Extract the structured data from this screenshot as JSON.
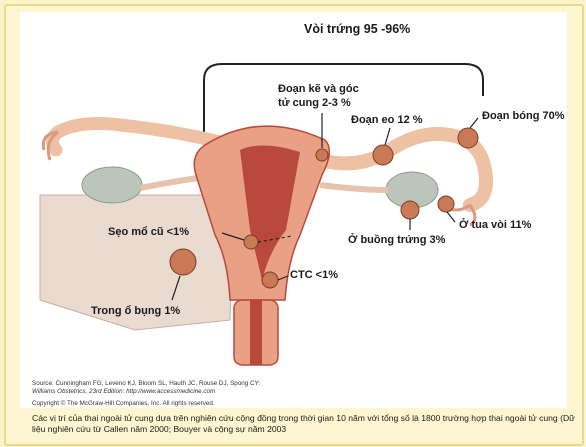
{
  "labels": {
    "title": "Vòi trứng 95 -96%",
    "interstitial_line1": "Đoạn kẽ và góc",
    "interstitial_line2": "tử cung 2-3 %",
    "isthmus": "Đoạn eo 12 %",
    "ampulla": "Đoạn bóng 70%",
    "fimbria": "Ở tua vòi 11%",
    "ovary": "Ở buồng trứng 3%",
    "cesarean_scar": "Sẹo mổ cũ <1%",
    "cervix": "CTC <1%",
    "abdominal": "Trong ổ bụng 1%"
  },
  "source": {
    "line1": "Source: Cunningham FG, Leveno KJ, Bloom SL, Hauth JC, Rouse DJ, Spong CY:",
    "line2": "Williams Obstetrics, 23rd Edition: http://www.accessmedicine.com",
    "line3": "Copyright © The McGraw-Hill Companies, Inc. All rights reserved."
  },
  "caption": "Các vị trí của thai ngoài tử cung  dựa trên nghiên cứu cộng đồng trong thời gian 10 năm với tổng số là 1800 trường hợp thai ngoài tử cung (Dữ liệu nghiên cứu từ Callen năm 2000; Bouyer và cộng sự năm 2003",
  "colors": {
    "background": "#fbf3c9",
    "uterus": "#e9a185",
    "uterus_dark": "#b9493c",
    "tube": "#eec0a4",
    "ovary": "#bcc5b9",
    "gestational_sac": "#c97a55"
  }
}
